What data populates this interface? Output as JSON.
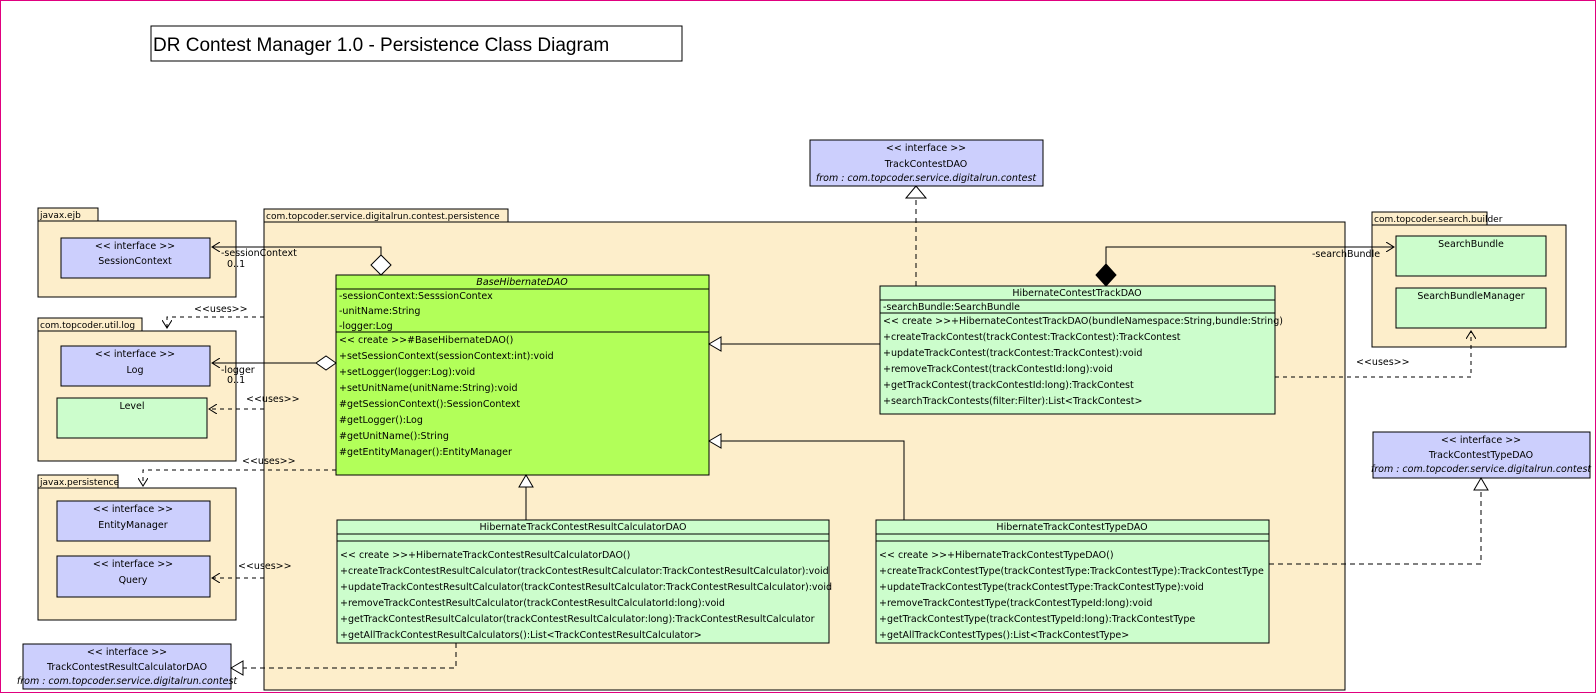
{
  "title": "DR Contest Manager 1.0 - Persistence Class Diagram",
  "colors": {
    "frame": "#e0007f",
    "package_fill": "#fdeecb",
    "interface_fill": "#cccffd",
    "class_fill": "#ccfdcc",
    "abstract_fill": "#b2ff59"
  },
  "stereotypes": {
    "interface": "<< interface >>",
    "uses": "<<uses>>"
  },
  "packages": {
    "persistence": "com.topcoder.service.digitalrun.contest.persistence",
    "ejb": "javax.ejb",
    "log": "com.topcoder.util.log",
    "jpa": "javax.persistence",
    "search": "com.topcoder.search.builder"
  },
  "interfaces": {
    "track_contest_dao": {
      "name": "TrackContestDAO",
      "from": "from : com.topcoder.service.digitalrun.contest"
    },
    "track_contest_type_dao": {
      "name": "TrackContestTypeDAO",
      "from": "from : com.topcoder.service.digitalrun.contest"
    },
    "result_calculator_dao": {
      "name": "TrackContestResultCalculatorDAO",
      "from": "from : com.topcoder.service.digitalrun.contest"
    },
    "session_context": "SessionContext",
    "log": "Log",
    "entity_manager": "EntityManager",
    "query": "Query"
  },
  "simple_classes": {
    "level": "Level",
    "search_bundle": "SearchBundle",
    "search_bundle_manager": "SearchBundleManager"
  },
  "base_dao": {
    "name": "BaseHibernateDAO",
    "attributes": [
      "-sessionContext:SesssionContex",
      "-unitName:String",
      "-logger:Log"
    ],
    "operations": [
      "<< create >>#BaseHibernateDAO()",
      "+setSessionContext(sessionContext:int):void",
      "+setLogger(logger:Log):void",
      "+setUnitName(unitName:String):void",
      "#getSessionContext():SessionContext",
      "#getLogger():Log",
      "#getUnitName():String",
      "#getEntityManager():EntityManager"
    ]
  },
  "track_dao": {
    "name": "HibernateContestTrackDAO",
    "attributes": [
      "-searchBundle:SearchBundle"
    ],
    "operations": [
      "<< create >>+HibernateContestTrackDAO(bundleNamespace:String,bundle:String)",
      "+createTrackContest(trackContest:TrackContest):TrackContest",
      "+updateTrackContest(trackContest:TrackContest):void",
      "+removeTrackContest(trackContestId:long):void",
      "+getTrackContest(trackContestId:long):TrackContest",
      "+searchTrackContests(filter:Filter):List<TrackContest>"
    ]
  },
  "calculator_dao": {
    "name": "HibernateTrackContestResultCalculatorDAO",
    "operations": [
      "<< create >>+HibernateTrackContestResultCalculatorDAO()",
      "+createTrackContestResultCalculator(trackContestResultCalculator:TrackContestResultCalculator):void",
      "+updateTrackContestResultCalculator(trackContestResultCalculator:TrackContestResultCalculator):void",
      "+removeTrackContestResultCalculator(trackContestResultCalculatorId:long):void",
      "+getTrackContestResultCalculator(trackContestResultCalculator:long):TrackContestResultCalculator",
      "+getAllTrackContestResultCalculators():List<TrackContestResultCalculator>"
    ]
  },
  "type_dao": {
    "name": "HibernateTrackContestTypeDAO",
    "operations": [
      "<< create >>+HibernateTrackContestTypeDAO()",
      "+createTrackContestType(trackContestType:TrackContestType):TrackContestType",
      "+updateTrackContestType(trackContestType:TrackContestType):void",
      "+removeTrackContestType(trackContestTypeId:long):void",
      "+getTrackContestType(trackContestTypeId:long):TrackContestType",
      "+getAllTrackContestTypes():List<TrackContestType>"
    ]
  },
  "role_labels": {
    "session_context": "-sessionContext",
    "logger": "-logger",
    "multiplicity": "0..1",
    "search_bundle": "-searchBundle"
  }
}
